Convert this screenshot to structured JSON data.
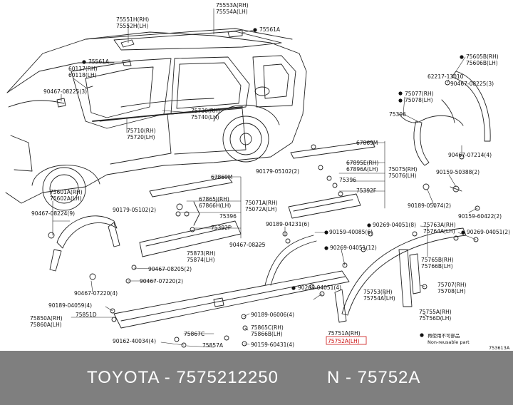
{
  "footer": {
    "part_line": "TOYOTA - 7575212250",
    "ref_line": "N - 75752A"
  },
  "diagram": {
    "figure_code": "753613A",
    "legend": {
      "reuse_ja": "再使用不可部品",
      "non_reusable": "Non-reusable part"
    },
    "labels": {
      "l75553A": "75553A(RH)",
      "l75554A": "75554A(LH)",
      "l75551H": "75551H(RH)",
      "l75552H": "75552H(LH)",
      "l75561A_top": "75561A",
      "l75561A_roof": "75561A",
      "l60117": "60117(RH)",
      "l60118": "60118(LH)",
      "l90467_08225_3": "90467-08225(3)",
      "l75730": "75730(RH)",
      "l75740": "75740(LH)",
      "l75710": "75710(RH)",
      "l75720": "75720(LH)",
      "l75605B": "75605B(RH)",
      "l75606B": "75606B(LH)",
      "l62217": "62217-13010",
      "l90467_08225_3b": "90467-08225(3)",
      "l75077": "75077(RH)",
      "l75078": "75078(LH)",
      "l75396a": "75396",
      "l67869M_a": "67869M",
      "l67895E": "67895E(RH)",
      "l67896A": "67896A(LH)",
      "l90179_05102_2a": "90179-05102(2)",
      "l75396b": "75396",
      "l75075": "75075(RH)",
      "l75076": "75076(LH)",
      "l75392F_a": "75392F",
      "l90467_07214": "90467-07214(4)",
      "l90159_50388": "90159-50388(2)",
      "l90189_05074": "90189-05074(2)",
      "l90159_60422": "90159-60422(2)",
      "l67869M_b": "67869M",
      "l67865J": "67865J(RH)",
      "l67866H": "67866H(LH)",
      "l75601A": "75601A(RH)",
      "l75602A": "75602A(LH)",
      "l90179_05102_2b": "90179-05102(2)",
      "l75071A": "75071A(RH)",
      "l75072A": "75072A(LH)",
      "l75396c": "75396",
      "l75392F_b": "75392F",
      "l90467_08224": "90467-08224(9)",
      "l90189_04231": "90189-04231(6)",
      "l90159_40085": "90159-40085(6)",
      "l90269_04051_8": "90269-04051(8)",
      "l75763A": "75763A(RH)",
      "l75764A": "75764A(LH)",
      "l90269_04051_2": "90269-04051(2)",
      "l90467_08225_b": "90467-08225",
      "l90269_04051_12": "90269-04051(12)",
      "l75873": "75873(RH)",
      "l75874": "75874(LH)",
      "l75765B": "75765B(RH)",
      "l75766B": "75766B(LH)",
      "l90467_08205": "90467-08205(2)",
      "l90467_07220_2": "90467-07220(2)",
      "l90269_04051_4": "90269-04051(4)",
      "l75707": "75707(RH)",
      "l75708": "75708(LH)",
      "l90467_07220_4": "90467-07220(4)",
      "l75753": "75753(RH)",
      "l75754A": "75754A(LH)",
      "l90189_04059": "90189-04059(4)",
      "l75850A": "75850A(RH)",
      "l75860A": "75860A(LH)",
      "l75851D": "75851D",
      "l90189_06006": "90189-06006(4)",
      "l75755A": "75755A(RH)",
      "l75756D": "75756D(LH)",
      "l75865C": "75865C(RH)",
      "l75866B": "75866B(LH)",
      "l75867C": "75867C",
      "l90162_40034": "90162-40034(4)",
      "l75857A": "75857A",
      "l90159_60431": "90159-60431(4)",
      "l75751A": "75751A(RH)",
      "l75752A": "75752A(LH)"
    }
  }
}
